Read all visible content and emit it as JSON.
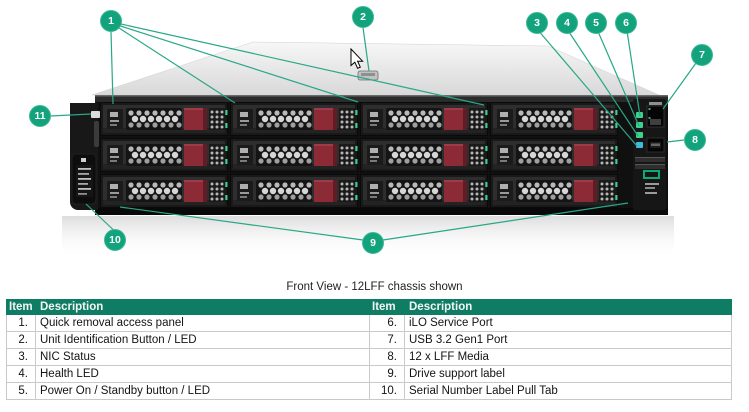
{
  "caption": "Front View - 12LFF chassis shown",
  "figure": {
    "type": "server-front-illustration",
    "callouts": [
      {
        "label": "1"
      },
      {
        "label": "2"
      },
      {
        "label": "3"
      },
      {
        "label": "4"
      },
      {
        "label": "5"
      },
      {
        "label": "6"
      },
      {
        "label": "7"
      },
      {
        "label": "8"
      },
      {
        "label": "9"
      },
      {
        "label": "10"
      },
      {
        "label": "11"
      }
    ],
    "icons": {
      "cursor": "mouse-arrow-pointer",
      "brand_logo": "hpe-green-rectangle"
    },
    "drive_bays": {
      "columns": 4,
      "rows": 3,
      "total": 12
    }
  },
  "legend_table": {
    "headers": [
      "Item",
      "Description",
      "Item",
      "Description"
    ],
    "rows": [
      [
        "1.",
        "Quick removal access panel",
        "6.",
        "iLO Service Port"
      ],
      [
        "2.",
        "Unit Identification Button / LED",
        "7.",
        "USB 3.2 Gen1 Port"
      ],
      [
        "3.",
        "NIC Status",
        "8.",
        "12 x LFF Media"
      ],
      [
        "4.",
        "Health LED",
        "9.",
        "Drive support label"
      ],
      [
        "5.",
        "Power On / Standby button / LED",
        "10.",
        "Serial Number Label Pull Tab"
      ]
    ]
  },
  "colors": {
    "callout_green": "#12a37d",
    "table_header_green": "#0e7d64",
    "table_border_grey": "#c9c9c9",
    "drive_latch_red": "#8c2a36",
    "led_green": "#3fcf8f",
    "led_blue": "#41b9dd"
  }
}
